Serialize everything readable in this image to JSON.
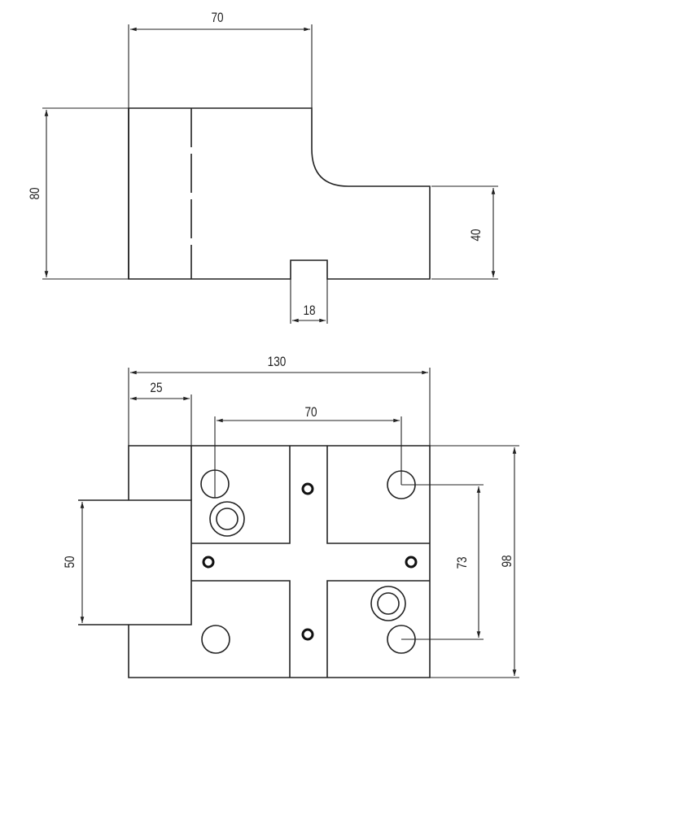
{
  "front_view": {
    "dims": {
      "width_top": "70",
      "height_total": "80",
      "height_step": "40",
      "notch_width": "18"
    }
  },
  "top_view": {
    "dims": {
      "overall_width": "130",
      "left_offset": "25",
      "hole_spacing_x": "70",
      "tab_height": "50",
      "hole_spacing_y": "73",
      "overall_depth": "98"
    }
  },
  "colors": {
    "line": "#222222",
    "background": "#ffffff"
  }
}
